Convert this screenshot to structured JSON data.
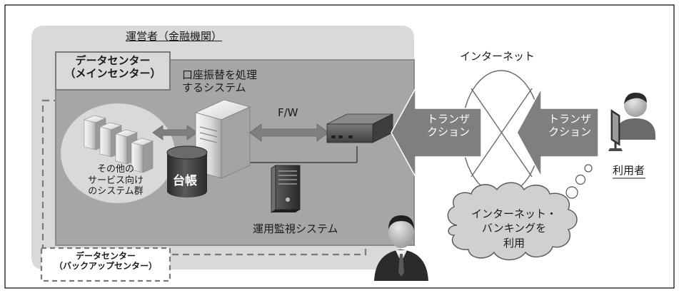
{
  "operator_label": "運営者（金融機関）",
  "main_dc": {
    "line1": "データセンター",
    "line2": "（メインセンター）"
  },
  "backup_dc": {
    "line1": "データセンター",
    "line2": "（バックアップセンター）"
  },
  "core_system": {
    "line1": "口座振替を処理",
    "line2": "するシステム"
  },
  "firewall_label": "F/W",
  "ledger_label": "台帳",
  "other_systems": {
    "line1": "その他の",
    "line2": "サービス向け",
    "line3": "のシステム群"
  },
  "monitoring_label": "運用監視システム",
  "internet_label": "インターネット",
  "transaction_left": {
    "line1": "トランザ",
    "line2": "クション"
  },
  "transaction_right": {
    "line1": "トランザ",
    "line2": "クション"
  },
  "user_label": "利用者",
  "thought": {
    "line1": "インターネット・",
    "line2": "バンキングを",
    "line3": "利用"
  },
  "colors": {
    "operator_bg": "#d9d9d9",
    "datacenter_bg": "#a6a6a6",
    "arrow_fill": "#7f7f7f",
    "ledger": "#3f3f3f",
    "firewall_box": "#595959"
  },
  "icons": [
    "server-icon",
    "server-group-icon",
    "database-icon",
    "tower-server-icon",
    "firewall-device-icon",
    "operator-person-icon",
    "user-person-icon",
    "monitor-icon",
    "cloud-icon"
  ]
}
